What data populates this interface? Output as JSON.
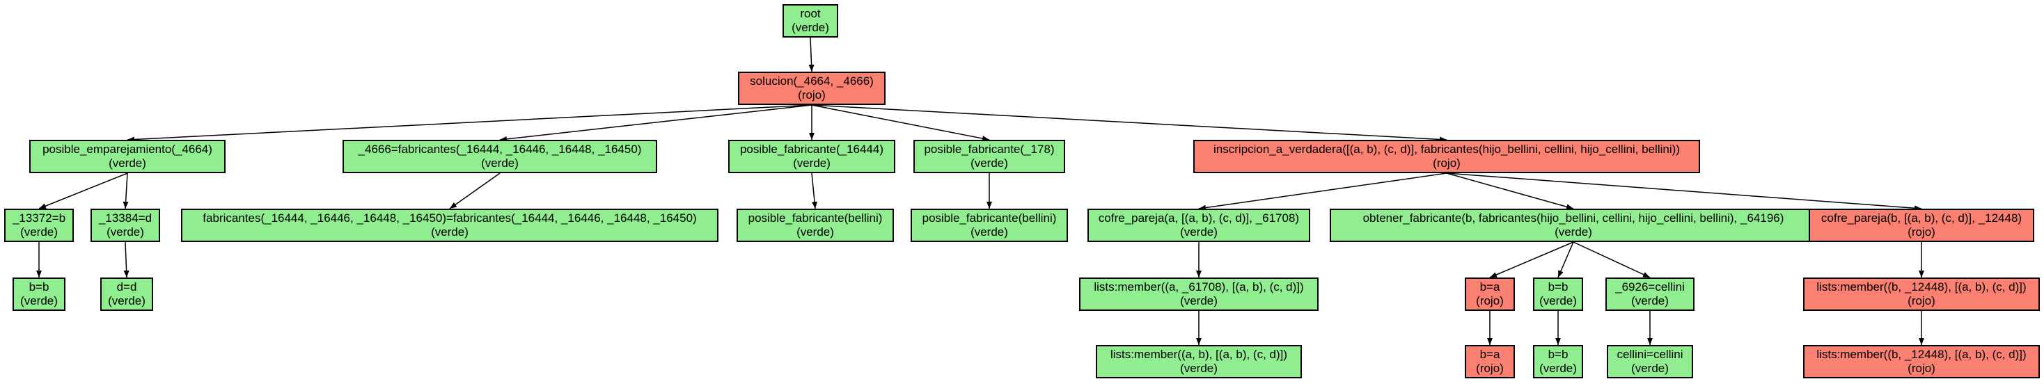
{
  "colors": {
    "verde": "#90ee90",
    "rojo": "#fa8072",
    "edge": "#000000"
  },
  "nodes": [
    {
      "id": "root",
      "label": "root",
      "status": "(verde)",
      "color": "verde"
    },
    {
      "id": "solucion",
      "label": "solucion(_4664, _4666)",
      "status": "(rojo)",
      "color": "rojo"
    },
    {
      "id": "pe",
      "label": "posible_emparejamiento(_4664)",
      "status": "(verde)",
      "color": "verde"
    },
    {
      "id": "eq4666",
      "label": "_4666=fabricantes(_16444, _16446, _16448, _16450)",
      "status": "(verde)",
      "color": "verde"
    },
    {
      "id": "pf16444",
      "label": "posible_fabricante(_16444)",
      "status": "(verde)",
      "color": "verde"
    },
    {
      "id": "pf178",
      "label": "posible_fabricante(_178)",
      "status": "(verde)",
      "color": "verde"
    },
    {
      "id": "insc",
      "label": "inscripcion_a_verdadera([(a, b), (c, d)], fabricantes(hijo_bellini, cellini, hijo_cellini, bellini))",
      "status": "(rojo)",
      "color": "rojo"
    },
    {
      "id": "e13372",
      "label": "_13372=b",
      "status": "(verde)",
      "color": "verde"
    },
    {
      "id": "e13384",
      "label": "_13384=d",
      "status": "(verde)",
      "color": "verde"
    },
    {
      "id": "fabeq",
      "label": "fabricantes(_16444, _16446, _16448, _16450)=fabricantes(_16444, _16446, _16448, _16450)",
      "status": "(verde)",
      "color": "verde"
    },
    {
      "id": "pfb1",
      "label": "posible_fabricante(bellini)",
      "status": "(verde)",
      "color": "verde"
    },
    {
      "id": "pfb2",
      "label": "posible_fabricante(bellini)",
      "status": "(verde)",
      "color": "verde"
    },
    {
      "id": "cofre_a",
      "label": "cofre_pareja(a, [(a, b), (c, d)], _61708)",
      "status": "(verde)",
      "color": "verde"
    },
    {
      "id": "obtener",
      "label": "obtener_fabricante(b, fabricantes(hijo_bellini, cellini, hijo_cellini, bellini), _64196)",
      "status": "(verde)",
      "color": "verde"
    },
    {
      "id": "cofre_b",
      "label": "cofre_pareja(b, [(a, b), (c, d)], _12448)",
      "status": "(rojo)",
      "color": "rojo"
    },
    {
      "id": "bb1",
      "label": "b=b",
      "status": "(verde)",
      "color": "verde"
    },
    {
      "id": "dd",
      "label": "d=d",
      "status": "(verde)",
      "color": "verde"
    },
    {
      "id": "lm_a1",
      "label": "lists:member((a, _61708), [(a, b), (c, d)])",
      "status": "(verde)",
      "color": "verde"
    },
    {
      "id": "ba1",
      "label": "b=a",
      "status": "(rojo)",
      "color": "rojo"
    },
    {
      "id": "bb2",
      "label": "b=b",
      "status": "(verde)",
      "color": "verde"
    },
    {
      "id": "e6926",
      "label": "_6926=cellini",
      "status": "(verde)",
      "color": "verde"
    },
    {
      "id": "lm_b1",
      "label": "lists:member((b, _12448), [(a, b), (c, d)])",
      "status": "(rojo)",
      "color": "rojo"
    },
    {
      "id": "lm_a2",
      "label": "lists:member((a, b), [(a, b), (c, d)])",
      "status": "(verde)",
      "color": "verde"
    },
    {
      "id": "ba2",
      "label": "b=a",
      "status": "(rojo)",
      "color": "rojo"
    },
    {
      "id": "bb3",
      "label": "b=b",
      "status": "(verde)",
      "color": "verde"
    },
    {
      "id": "cc",
      "label": "cellini=cellini",
      "status": "(verde)",
      "color": "verde"
    },
    {
      "id": "lm_b2",
      "label": "lists:member((b, _12448), [(a, b), (c, d)])",
      "status": "(rojo)",
      "color": "rojo"
    }
  ],
  "edges": [
    [
      "root",
      "solucion"
    ],
    [
      "solucion",
      "pe"
    ],
    [
      "solucion",
      "eq4666"
    ],
    [
      "solucion",
      "pf16444"
    ],
    [
      "solucion",
      "pf178"
    ],
    [
      "solucion",
      "insc"
    ],
    [
      "pe",
      "e13372"
    ],
    [
      "pe",
      "e13384"
    ],
    [
      "eq4666",
      "fabeq"
    ],
    [
      "pf16444",
      "pfb1"
    ],
    [
      "pf178",
      "pfb2"
    ],
    [
      "insc",
      "cofre_a"
    ],
    [
      "insc",
      "obtener"
    ],
    [
      "insc",
      "cofre_b"
    ],
    [
      "e13372",
      "bb1"
    ],
    [
      "e13384",
      "dd"
    ],
    [
      "cofre_a",
      "lm_a1"
    ],
    [
      "obtener",
      "ba1"
    ],
    [
      "obtener",
      "bb2"
    ],
    [
      "obtener",
      "e6926"
    ],
    [
      "cofre_b",
      "lm_b1"
    ],
    [
      "lm_a1",
      "lm_a2"
    ],
    [
      "ba1",
      "ba2"
    ],
    [
      "bb2",
      "bb3"
    ],
    [
      "e6926",
      "cc"
    ],
    [
      "lm_b1",
      "lm_b2"
    ]
  ]
}
